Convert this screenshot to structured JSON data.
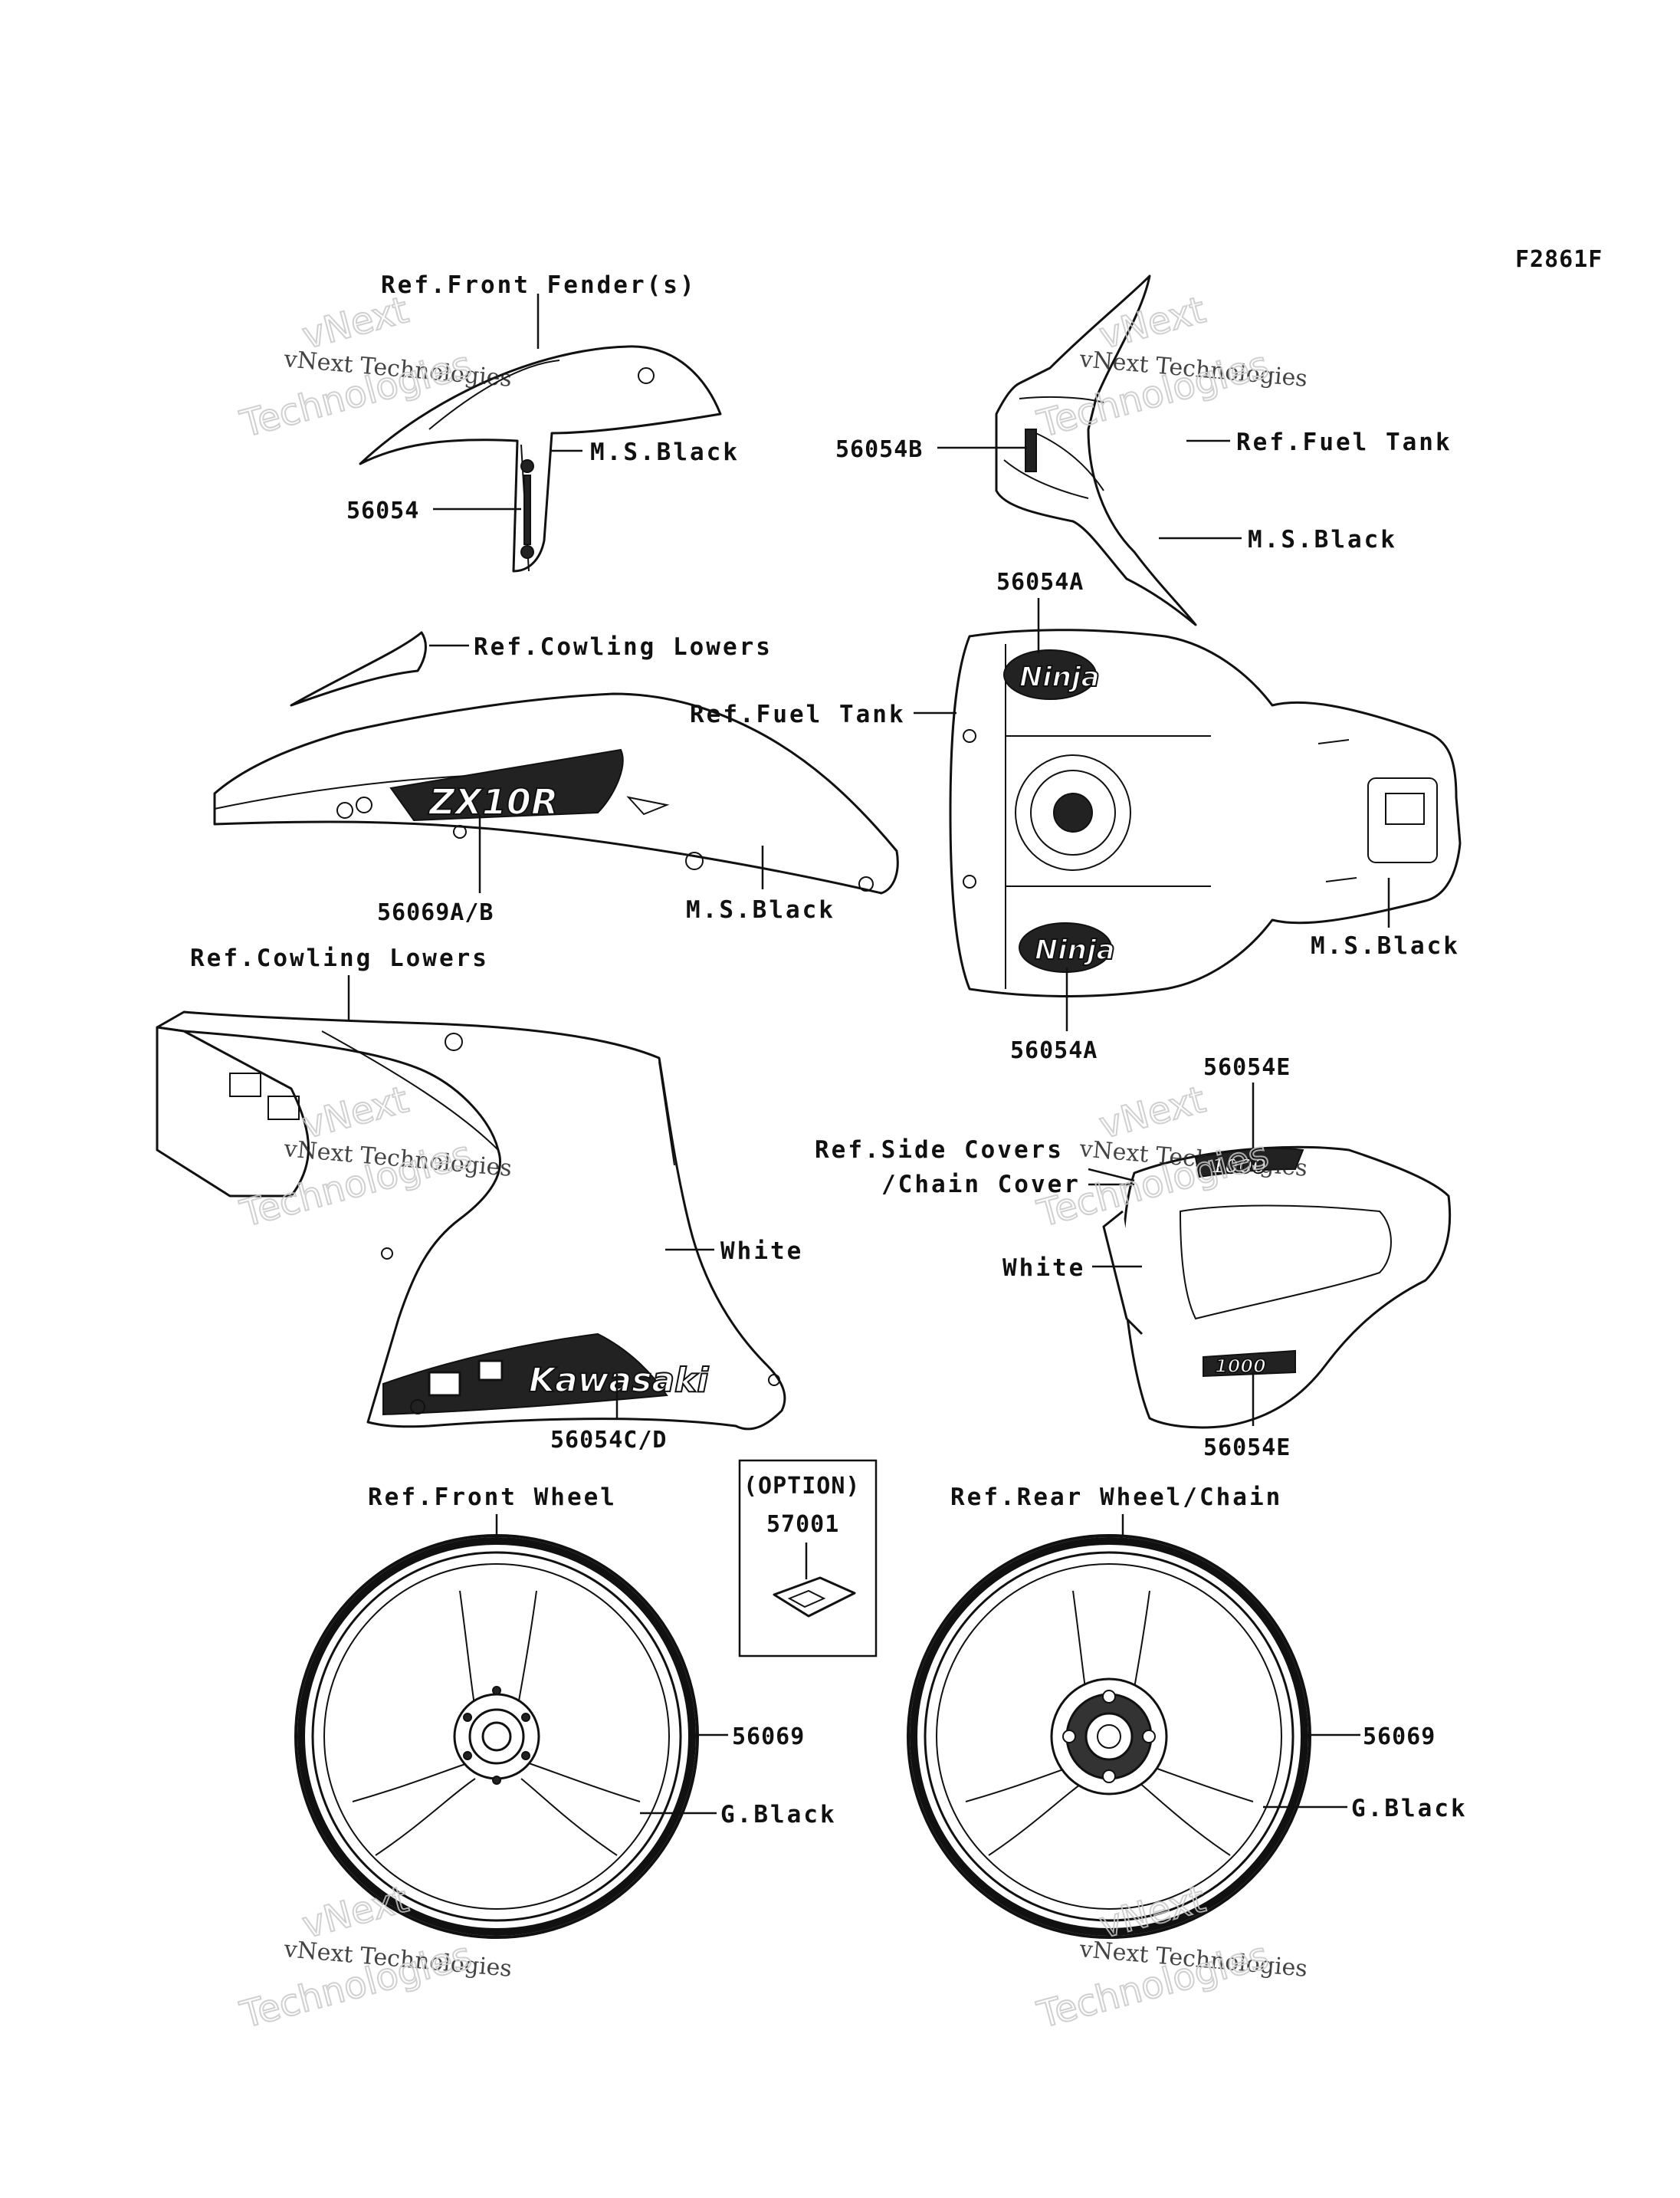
{
  "figure_code": "F2861F",
  "watermark": {
    "line1": "vNext Technologies",
    "line2": "Technologies",
    "line3": "vNext"
  },
  "labels": {
    "front_fender_ref": "Ref.Front Fender(s)",
    "front_fender_color": "M.S.Black",
    "front_fender_part": "56054",
    "seat_cowl_part": "56054B",
    "seat_cowl_ref": "Ref.Fuel Tank",
    "seat_cowl_color": "M.S.Black",
    "tank_part_top": "56054A",
    "tank_ref": "Ref.Fuel Tank",
    "tank_color": "M.S.Black",
    "tank_part_bottom": "56054A",
    "cowl_upper_ref": "Ref.Cowling Lowers",
    "cowl_upper_part": "56069A/B",
    "cowl_upper_color": "M.S.Black",
    "cowl_lower_ref": "Ref.Cowling Lowers",
    "cowl_lower_color": "White",
    "cowl_lower_part": "56054C/D",
    "side_cover_part_top": "56054E",
    "side_cover_ref1": "Ref.Side Covers",
    "side_cover_ref2": "/Chain Cover",
    "side_cover_color": "White",
    "side_cover_part_bottom": "56054E",
    "option_label": "(OPTION)",
    "option_part": "57001",
    "front_wheel_ref": "Ref.Front Wheel",
    "front_wheel_part": "56069",
    "front_wheel_color": "G.Black",
    "rear_wheel_ref": "Ref.Rear Wheel/Chain",
    "rear_wheel_part": "56069",
    "rear_wheel_color": "G.Black"
  },
  "decals": {
    "zx10r": "ZX10R",
    "ninja": "Ninja",
    "kawasaki": "Kawasaki",
    "cc": "1000"
  }
}
